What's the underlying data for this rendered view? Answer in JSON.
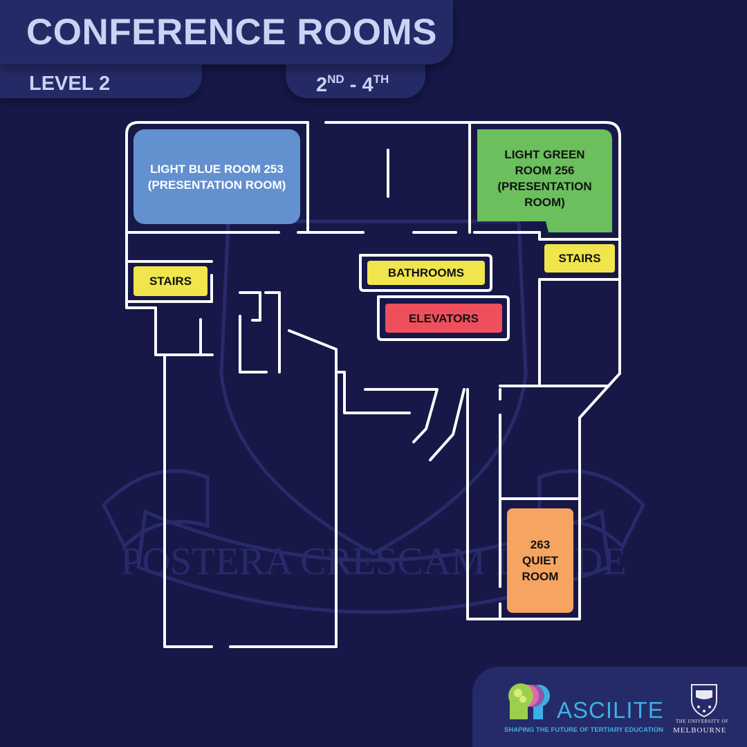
{
  "header": {
    "title": "CONFERENCE ROOMS",
    "level": "LEVEL 2",
    "dates_from": "2",
    "dates_from_suffix": "ND",
    "dates_sep": " - ",
    "dates_to": "4",
    "dates_to_suffix": "TH"
  },
  "rooms": {
    "light_blue": {
      "label": "LIGHT BLUE ROOM 253\n(PRESENTATION ROOM)",
      "color": "#6390cf"
    },
    "light_green": {
      "label": "LIGHT GREEN\nROOM 256\n(PRESENTATION\nROOM)",
      "color": "#6bbf5c"
    },
    "stairs_left": {
      "label": "STAIRS",
      "color": "#f0e54c"
    },
    "stairs_right": {
      "label": "STAIRS",
      "color": "#f0e54c"
    },
    "bathrooms": {
      "label": "BATHROOMS",
      "color": "#f0e54c"
    },
    "elevators": {
      "label": "ELEVATORS",
      "color": "#ef4f5c"
    },
    "quiet": {
      "label": "263\nQUIET\nROOM",
      "color": "#f6a462"
    }
  },
  "watermark": {
    "motto": "POSTERA CRESCAM LAUDE"
  },
  "footer": {
    "ascilite": "ASCILITE",
    "ascilite_tagline": "SHAPING THE FUTURE OF TERTIARY EDUCATION",
    "uni_prefix": "THE UNIVERSITY OF",
    "uni_name": "MELBOURNE"
  },
  "colors": {
    "background": "#171848",
    "panel": "#242a66",
    "header_text": "#c9d3f3",
    "walls": "#ffffff",
    "ascilite_blue": "#3cb0e6"
  }
}
